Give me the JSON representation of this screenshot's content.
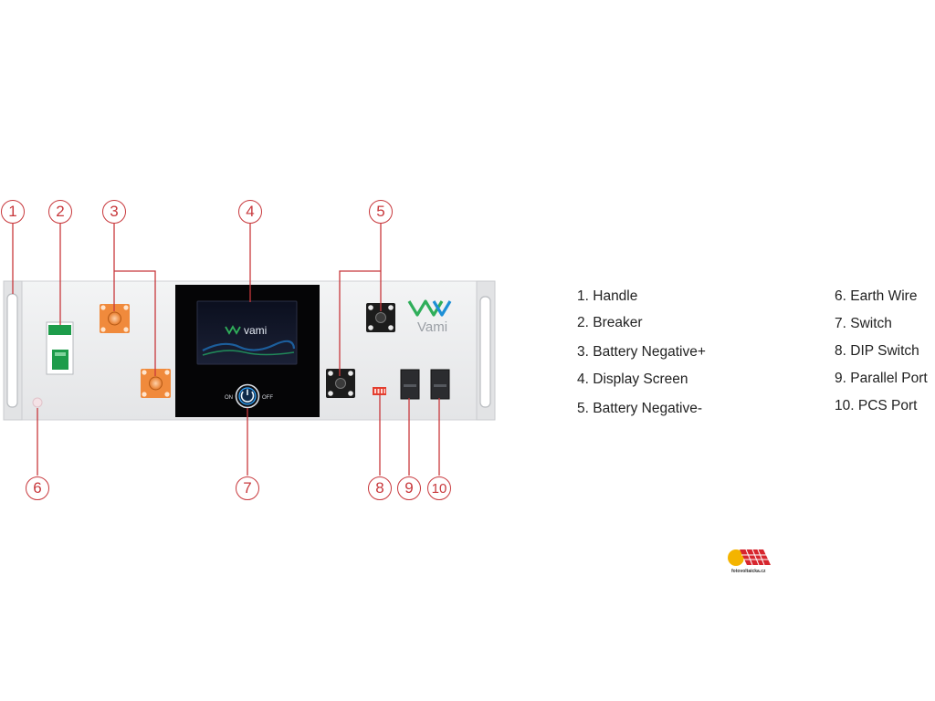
{
  "callouts": [
    "1",
    "2",
    "3",
    "4",
    "5",
    "6",
    "7",
    "8",
    "9",
    "10"
  ],
  "legend": [
    {
      "num": "1",
      "label": "Handle"
    },
    {
      "num": "2",
      "label": "Breaker"
    },
    {
      "num": "3",
      "label": "Battery Negative+"
    },
    {
      "num": "4",
      "label": "Display Screen"
    },
    {
      "num": "5",
      "label": "Battery Negative-"
    },
    {
      "num": "6",
      "label": "Earth Wire"
    },
    {
      "num": "7",
      "label": "Switch"
    },
    {
      "num": "8",
      "label": "DIP Switch"
    },
    {
      "num": "9",
      "label": "Parallel Port"
    },
    {
      "num": "10",
      "label": "PCS Port"
    }
  ],
  "device": {
    "brand": "Vami",
    "screen_brand": "vami",
    "switch_on_label": "ON",
    "switch_off_label": "OFF"
  },
  "watermark": "fotovoltaicka.cz",
  "colors": {
    "callout": "#c8383c",
    "panel": "#ecedee",
    "terminal_positive": "#f08a3c",
    "terminal_negative": "#1c1c1c",
    "brand_green": "#2fae5a",
    "brand_blue": "#1d8fd6"
  }
}
